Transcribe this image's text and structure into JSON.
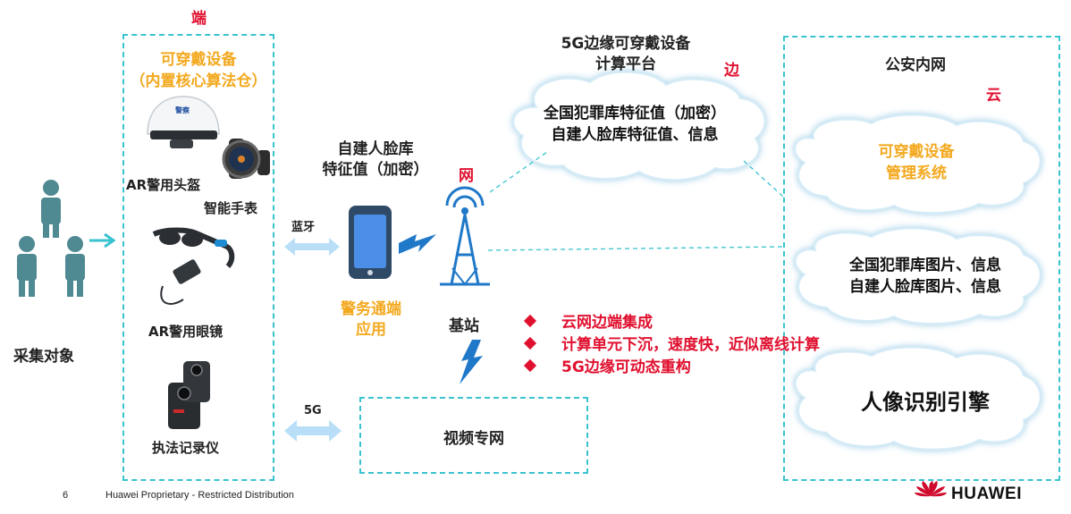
{
  "labels": {
    "duan": "端",
    "bian": "边",
    "wang": "网",
    "yun": "云",
    "wearable_title_1": "可穿戴设备",
    "wearable_title_2": "（内置核心算法仓）",
    "ar_helmet": "AR警用头盔",
    "smart_watch": "智能手表",
    "ar_glasses": "AR警用眼镜",
    "recorder": "执法记录仪",
    "subjects": "采集对象",
    "bluetooth": "蓝牙",
    "five_g": "5G",
    "self_face_lib_1": "自建人脸库",
    "self_face_lib_2": "特征值（加密）",
    "police_app_1": "警务通端",
    "police_app_2": "应用",
    "base_station": "基站",
    "video_net": "视频专网",
    "edge_platform_1": "5G边缘可穿戴设备",
    "edge_platform_2": "计算平台",
    "edge_cloud_1": "全国犯罪库特征值（加密）",
    "edge_cloud_2": "自建人脸库特征值、信息",
    "police_intranet": "公安内网",
    "mgmt_cloud_1": "可穿戴设备",
    "mgmt_cloud_2": "管理系统",
    "images_cloud_1": "全国犯罪库图片、信息",
    "images_cloud_2": "自建人脸库图片、信息",
    "engine_cloud": "人像识别引擎",
    "helmet_badge": "警察"
  },
  "bullets": [
    "云网边端集成",
    "计算单元下沉，速度快，近似离线计算",
    "5G边缘可动态重构"
  ],
  "footer": {
    "page": "6",
    "note": "Huawei Proprietary - Restricted Distribution",
    "brand": "HUAWEI"
  },
  "colors": {
    "accent_dash": "#39c3cf",
    "red": "#e0102f",
    "orange": "#f3a91f",
    "figure": "#4f8a93",
    "cloud_edge": "#cfeaf6"
  }
}
